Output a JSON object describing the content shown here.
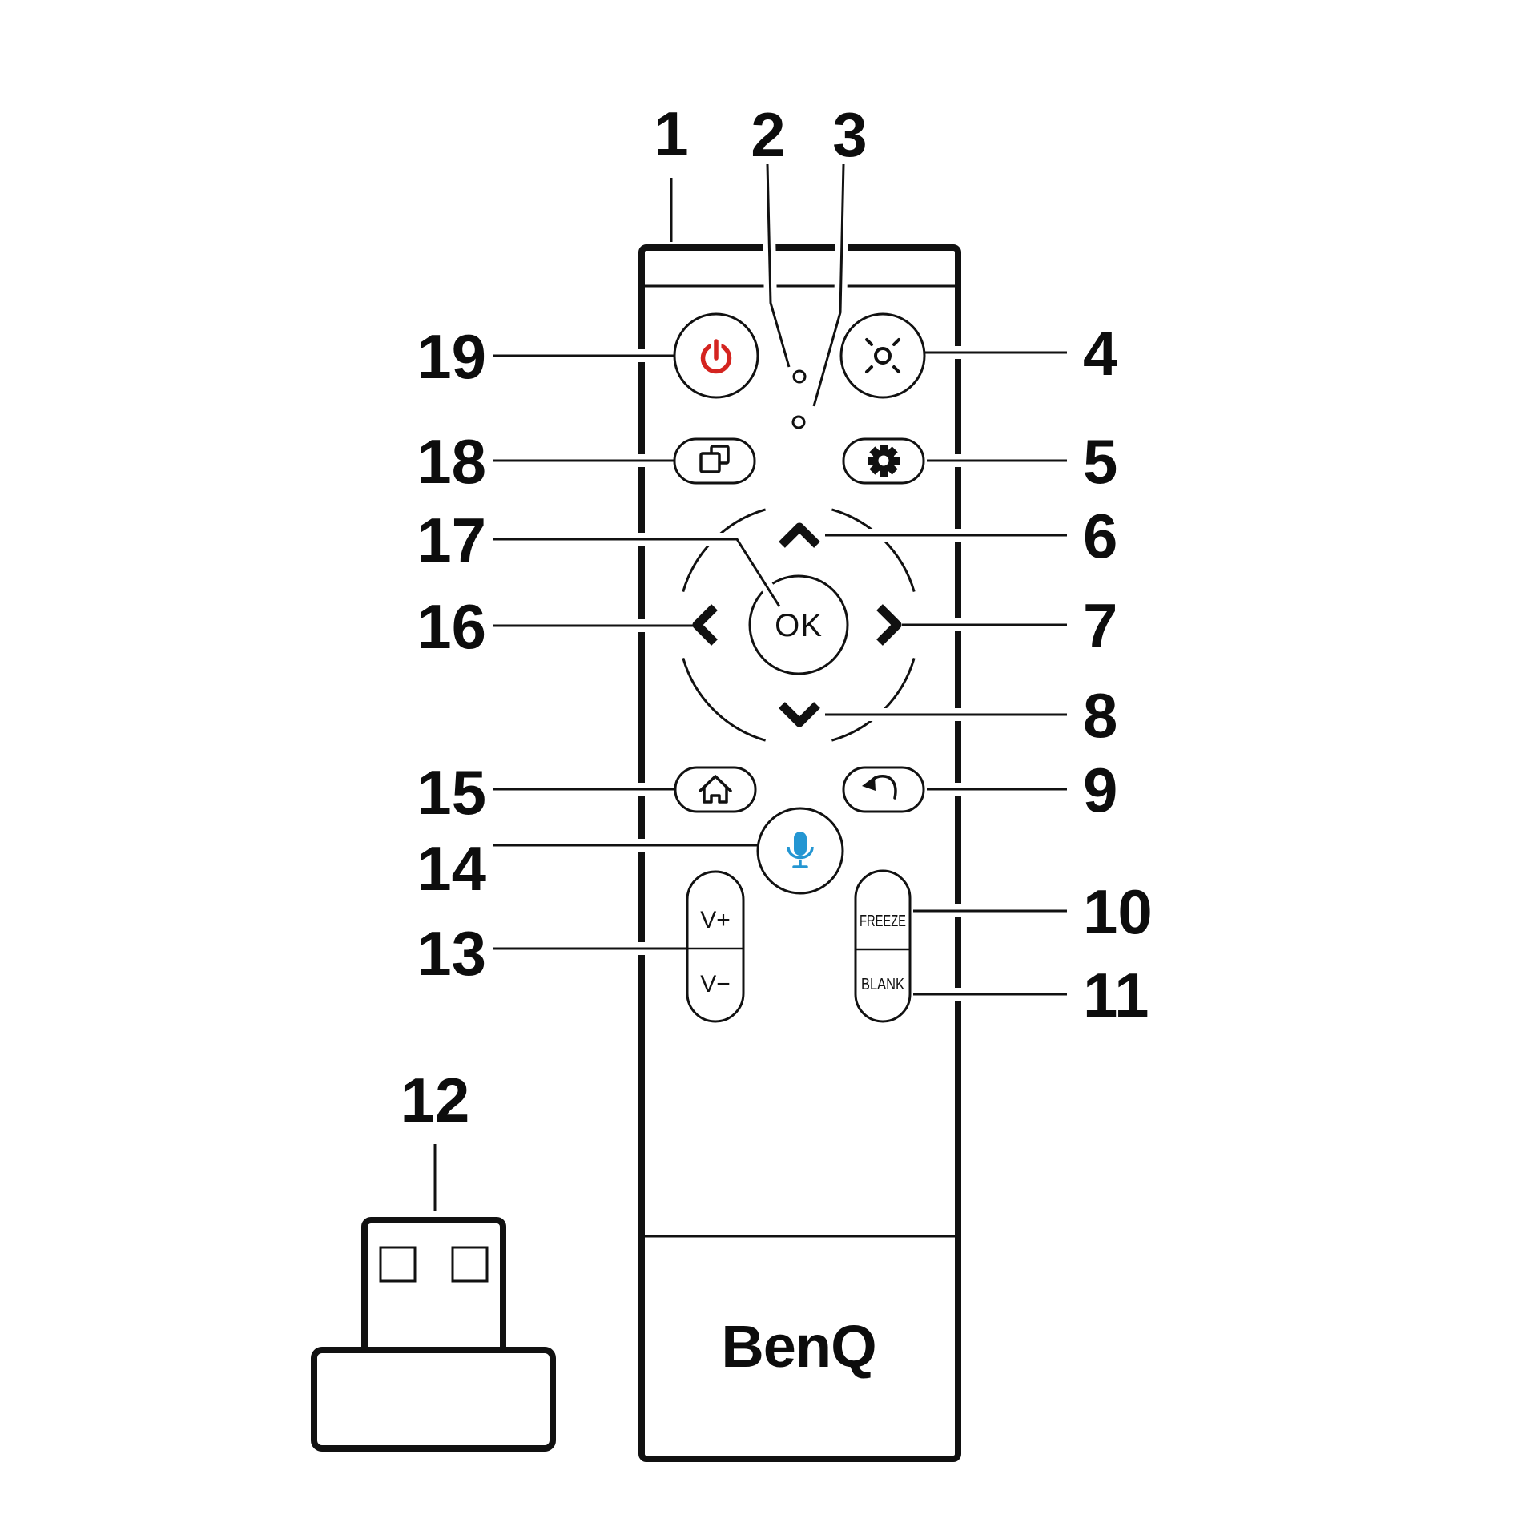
{
  "diagram": {
    "kind": "remote-control-callout-diagram",
    "device": "remote control with USB dongle"
  },
  "branding": {
    "logo": "BenQ"
  },
  "remote": {
    "ok": "OK",
    "v_plus": "V+",
    "v_minus": "V−",
    "freeze": "FREEZE",
    "blank": "BLANK"
  },
  "callouts": {
    "c1": "1",
    "c2": "2",
    "c3": "3",
    "c4": "4",
    "c5": "5",
    "c6": "6",
    "c7": "7",
    "c8": "8",
    "c9": "9",
    "c10": "10",
    "c11": "11",
    "c12": "12",
    "c13": "13",
    "c14": "14",
    "c15": "15",
    "c16": "16",
    "c17": "17",
    "c18": "18",
    "c19": "19"
  },
  "icons": {
    "power": "power-icon",
    "light": "light-brightness-icon",
    "source": "window-duplicate-icon",
    "settings": "gear-icon",
    "up": "chevron-up-icon",
    "down": "chevron-down-icon",
    "left": "chevron-left-icon",
    "right": "chevron-right-icon",
    "home": "home-icon",
    "back": "back-arrow-icon",
    "mic": "microphone-icon",
    "indicator_dot_1": "led-indicator-dot",
    "indicator_dot_2": "microphone-hole-dot",
    "usb": "usb-dongle"
  },
  "colors": {
    "ink": "#111111",
    "power_red": "#d42420",
    "mic_blue": "#2496d2"
  }
}
